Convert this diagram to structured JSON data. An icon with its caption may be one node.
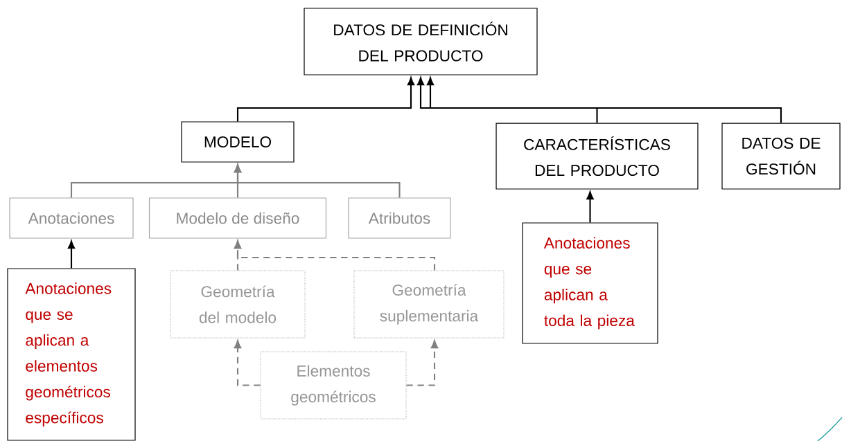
{
  "diagram": {
    "nodes": [
      {
        "text": [
          "DATOS DE DEFINICIÓN DEL PRODUCTO"
        ]
      },
      {
        "text": [
          "MODELO"
        ]
      },
      {
        "text": [
          "CARACTERÍSTICAS DEL PRODUCTO"
        ]
      },
      {
        "text": [
          "DATOS DE GESTIÓN"
        ]
      },
      {
        "text": [
          "Anotaciones"
        ]
      },
      {
        "text": [
          "Modelo de diseño"
        ]
      },
      {
        "text": [
          "Atributos"
        ]
      },
      {
        "text": [
          "Anotaciones que se aplican a elementos geométricos específicos"
        ]
      },
      {
        "text": [
          "Geometría del modelo"
        ]
      },
      {
        "text": [
          "Geometría suplementaria"
        ]
      },
      {
        "text": [
          "Elementos geométricos"
        ]
      },
      {
        "text": [
          "Anotaciones que se aplican a toda la pieza"
        ]
      }
    ],
    "edges": [
      {
        "from": 1,
        "to": 0,
        "arrow": "to",
        "color": "#000000"
      },
      {
        "from": 2,
        "to": 0,
        "arrow": "to",
        "color": "#000000"
      },
      {
        "from": 3,
        "to": 0,
        "arrow": "to",
        "color": "#000000"
      },
      {
        "from": 4,
        "to": 1,
        "arrow": "to"
      },
      {
        "from": 5,
        "to": 1,
        "arrow": "to"
      },
      {
        "from": 6,
        "to": 1,
        "arrow": "to"
      },
      {
        "from": 7,
        "to": 4,
        "arrow": "to",
        "color": "#000000"
      },
      {
        "from": 11,
        "to": 2,
        "arrow": "to",
        "color": "#000000"
      },
      {
        "from": 8,
        "to": 5,
        "arrow": "to",
        "style": "dashed"
      },
      {
        "from": 9,
        "to": 5,
        "arrow": "to",
        "style": "dashed"
      },
      {
        "from": 10,
        "to": 8,
        "arrow": "to",
        "style": "dashed"
      },
      {
        "from": 10,
        "to": 9,
        "arrow": "to",
        "style": "dashed"
      }
    ]
  }
}
